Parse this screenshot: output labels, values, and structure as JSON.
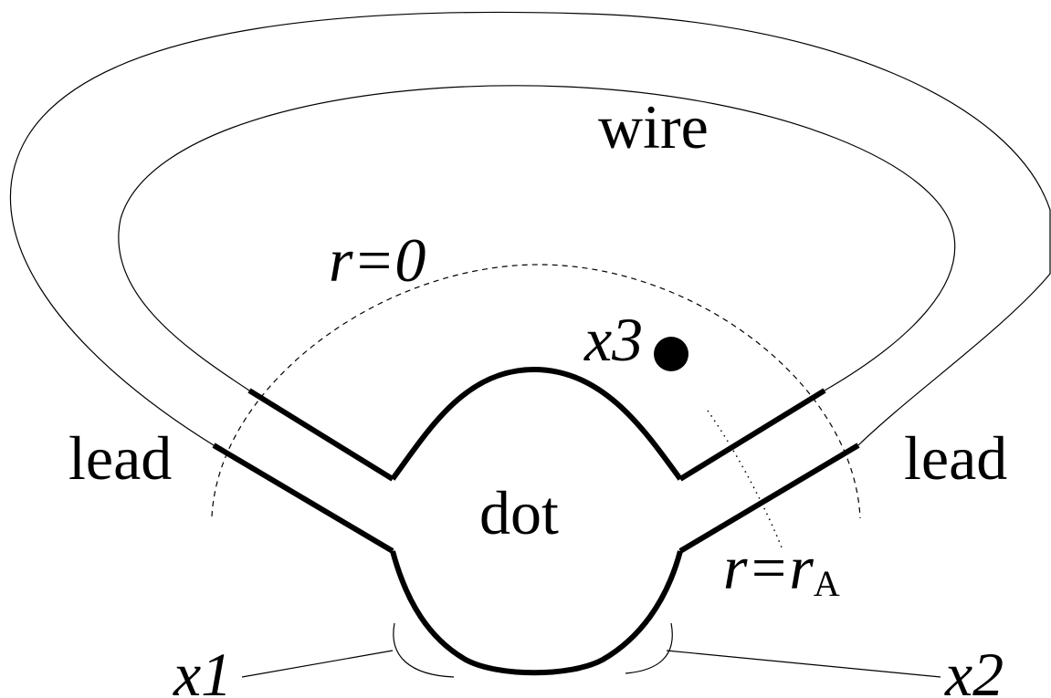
{
  "labels": {
    "wire": "wire",
    "lead_left": "lead",
    "lead_right": "lead",
    "dot": "dot",
    "r_zero": "r=0",
    "x3": "x3",
    "r_equals": "r=r",
    "r_subscript": "A",
    "x1": "x1",
    "x2": "x2"
  },
  "colors": {
    "stroke": "#000000",
    "background": "#ffffff"
  }
}
